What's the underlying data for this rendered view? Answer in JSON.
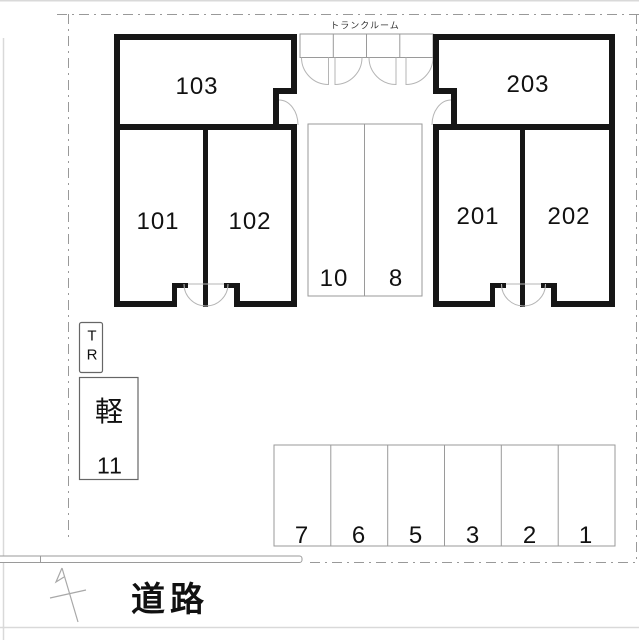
{
  "plan": {
    "trunk_room_label": "トランクルーム",
    "buildings": {
      "left": {
        "upper_room": "103",
        "lower_rooms": [
          "101",
          "102"
        ]
      },
      "right": {
        "upper_room": "203",
        "lower_rooms": [
          "201",
          "202"
        ]
      }
    },
    "parking": {
      "center_stalls": [
        "10",
        "8"
      ],
      "bottom_stalls": [
        "7",
        "6",
        "5",
        "3",
        "2",
        "1"
      ],
      "kei_stall": {
        "type": "軽",
        "number": "11"
      },
      "trunk_box": {
        "line1": "T",
        "line2": "R"
      }
    },
    "road_label": "道路",
    "colors": {
      "wall": "#161616",
      "thin_line": "#9a9a9a",
      "door_arc": "#b5b5b5",
      "boundary": "#999999",
      "box_border": "#666666",
      "frame": "#d9d9d9",
      "text": "#111111"
    }
  }
}
